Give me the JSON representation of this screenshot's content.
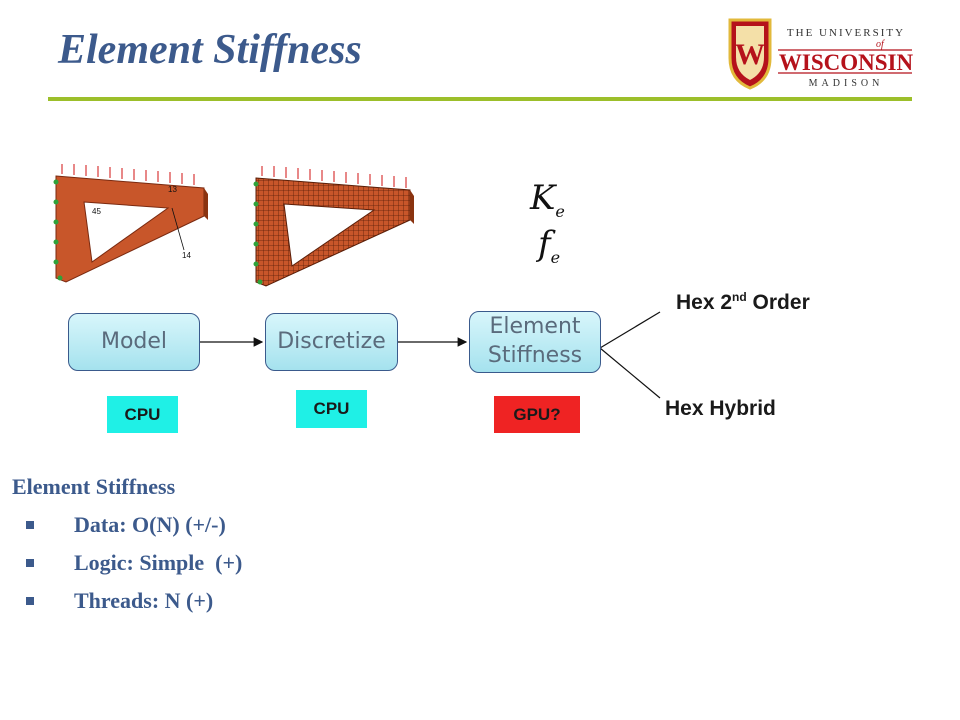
{
  "slide": {
    "title": "Element Stiffness"
  },
  "logo": {
    "the_university": "THE UNIVERSITY",
    "of": "of",
    "wisconsin": "WISCONSIN",
    "madison": "MADISON",
    "crest_letter": "W"
  },
  "figure_labels": {
    "label_45": "45",
    "label_13": "13",
    "label_14": "14"
  },
  "math": {
    "k_symbol": "K",
    "k_sub": "e",
    "f_symbol": "f",
    "f_sub": "e"
  },
  "flow": {
    "model": "Model",
    "discretize": "Discretize",
    "element_line1": "Element",
    "element_line2": "Stiffness"
  },
  "tags": {
    "model": "CPU",
    "discretize": "CPU",
    "element": "GPU?"
  },
  "branches": {
    "upper_prefix": "Hex 2",
    "upper_sup": "nd",
    "upper_suffix": " Order",
    "lower": "Hex Hybrid"
  },
  "bullets": {
    "heading": "Element Stiffness",
    "items": [
      "Data: O(N) (+/-)",
      "Logic: Simple  (+)",
      "Threads: N (+)"
    ]
  },
  "colors": {
    "title": "#3c5a8c",
    "rule": "#9cbf2a",
    "cpu": "#1ff0e6",
    "gpu": "#ef2323",
    "part": "#c8562a"
  }
}
